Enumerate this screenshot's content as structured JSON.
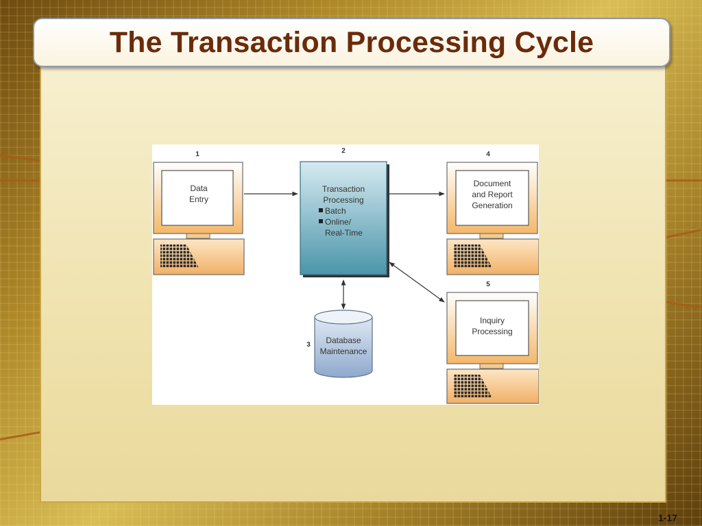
{
  "slide": {
    "title": "The Transaction Processing Cycle",
    "number": "1-17"
  },
  "diagram": {
    "step1": {
      "number": "1",
      "line1": "Data",
      "line2": "Entry"
    },
    "step2": {
      "number": "2",
      "line1": "Transaction",
      "line2": "Processing",
      "bullet1": "Batch",
      "bullet2": "Online/",
      "bullet2_cont": "Real-Time"
    },
    "step3": {
      "number": "3",
      "line1": "Database",
      "line2": "Maintenance"
    },
    "step4": {
      "number": "4",
      "line1": "Document",
      "line2": "and Report",
      "line3": "Generation"
    },
    "step5": {
      "number": "5",
      "line1": "Inquiry",
      "line2": "Processing"
    }
  },
  "colors": {
    "title": "#6b2b0a",
    "monitor_gradient_top": "#ffffff",
    "monitor_gradient_bottom": "#f3b86a",
    "processing_box_top": "#d6eaf0",
    "processing_box_bottom": "#4b95aa",
    "database_top": "#dfe8f3",
    "database_bottom": "#8ea9cc"
  }
}
